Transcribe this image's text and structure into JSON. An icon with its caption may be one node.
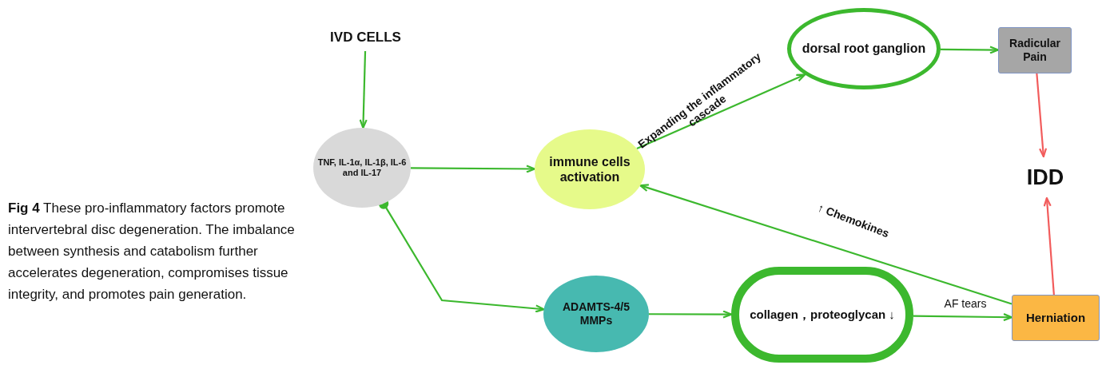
{
  "diagram": {
    "caption": "**Fig 4** These pro-inflammatory factors promote intervertebral disc degeneration. The imbalance between synthesis and catabolism further accelerates degeneration, compromises tissue integrity, and promotes pain generation.",
    "nodes": [
      {
        "text": [
          "IVD CELLS"
        ]
      },
      {
        "text": [
          "TNF, IL-1α, IL-1β, IL-6 and IL-17"
        ]
      },
      {
        "text": [
          "immune cells activation"
        ]
      },
      {
        "text": [
          "dorsal root ganglion"
        ]
      },
      {
        "text": [
          "Radicular Pain"
        ]
      },
      {
        "text": [
          "IDD"
        ]
      },
      {
        "text": [
          "ADAMTS-4/5 MMPs"
        ]
      },
      {
        "text": [
          "collagen，proteoglycan ↓"
        ]
      },
      {
        "text": [
          "Herniation"
        ]
      }
    ],
    "edges": [
      {
        "from": 0,
        "to": 1,
        "arrow": "to"
      },
      {
        "from": 1,
        "to": 2,
        "arrow": "to"
      },
      {
        "from": 2,
        "to": 3,
        "arrow": "to",
        "label": "Expanding the inflammatory cascade"
      },
      {
        "from": 3,
        "to": 4,
        "arrow": "to"
      },
      {
        "from": 4,
        "to": 5,
        "arrow": "to",
        "color": "#f25c5c"
      },
      {
        "from": 8,
        "to": 5,
        "arrow": "to",
        "color": "#f25c5c"
      },
      {
        "from": 8,
        "to": 2,
        "arrow": "to",
        "label": "↑ Chemokines"
      },
      {
        "from": 1,
        "to": 6,
        "arrow": "to"
      },
      {
        "from": 6,
        "to": 7,
        "arrow": "to"
      },
      {
        "from": 7,
        "to": 8,
        "arrow": "to",
        "label": "AF tears"
      }
    ]
  }
}
